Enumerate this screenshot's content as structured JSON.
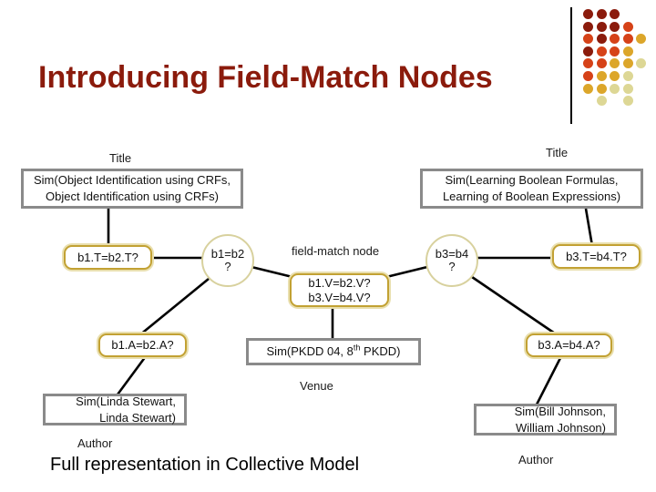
{
  "slide": {
    "title": "Introducing Field-Match Nodes",
    "footer": "Full representation in Collective Model"
  },
  "colors": {
    "title_red": "#8B1B0C",
    "gold_border": "#C2A133",
    "khaki_circle_border": "#D8D19E",
    "gray_box_border": "#8A8A8A"
  },
  "decor": {
    "palette": {
      "dr": "#8B1B0C",
      "rd": "#D64218",
      "gd": "#DCA62A",
      "po": "#DDD795"
    },
    "rows": [
      [
        "dr",
        "dr",
        "dr",
        null,
        null
      ],
      [
        "dr",
        "dr",
        "dr",
        "rd",
        null
      ],
      [
        "rd",
        "dr",
        "rd",
        "rd",
        "gd"
      ],
      [
        "dr",
        "rd",
        "rd",
        "gd",
        null
      ],
      [
        "rd",
        "rd",
        "gd",
        "gd",
        "po"
      ],
      [
        "rd",
        "gd",
        "gd",
        "po",
        null
      ],
      [
        "gd",
        "gd",
        "po",
        "po",
        null
      ],
      [
        null,
        "po",
        null,
        "po",
        null
      ]
    ]
  },
  "diagram": {
    "labels": {
      "title_left": "Title",
      "title_right": "Title",
      "field_match": "field-match node",
      "venue": "Venue",
      "author_left": "Author",
      "author_right": "Author"
    },
    "record_boxes": {
      "left_title": {
        "line1": "Sim(Object Identification using CRFs,",
        "line2": "Object Identification using CRFs)"
      },
      "right_title": {
        "line1": "Sim(Learning Boolean Formulas,",
        "line2": "Learning of Boolean Expressions)"
      },
      "venue_box": {
        "pre": "Sim(PKDD 04, 8",
        "sup": "th",
        "post": " PKDD)"
      },
      "left_author": {
        "line1": "Sim(Linda Stewart,",
        "line2": "Linda Stewart)"
      },
      "right_author": {
        "line1": "Sim(Bill Johnson,",
        "line2": "William Johnson)"
      }
    },
    "match_nodes": {
      "b1t": "b1.T=b2.T?",
      "b3t": "b3.T=b4.T?",
      "b1a": "b1.A=b2.A?",
      "b3a": "b3.A=b4.A?",
      "v1": "b1.V=b2.V?",
      "v2": "b3.V=b4.V?"
    },
    "decision_nodes": {
      "b1b2": {
        "line1": "b1=b2",
        "line2": "?"
      },
      "b3b4": {
        "line1": "b3=b4",
        "line2": "?"
      }
    }
  }
}
